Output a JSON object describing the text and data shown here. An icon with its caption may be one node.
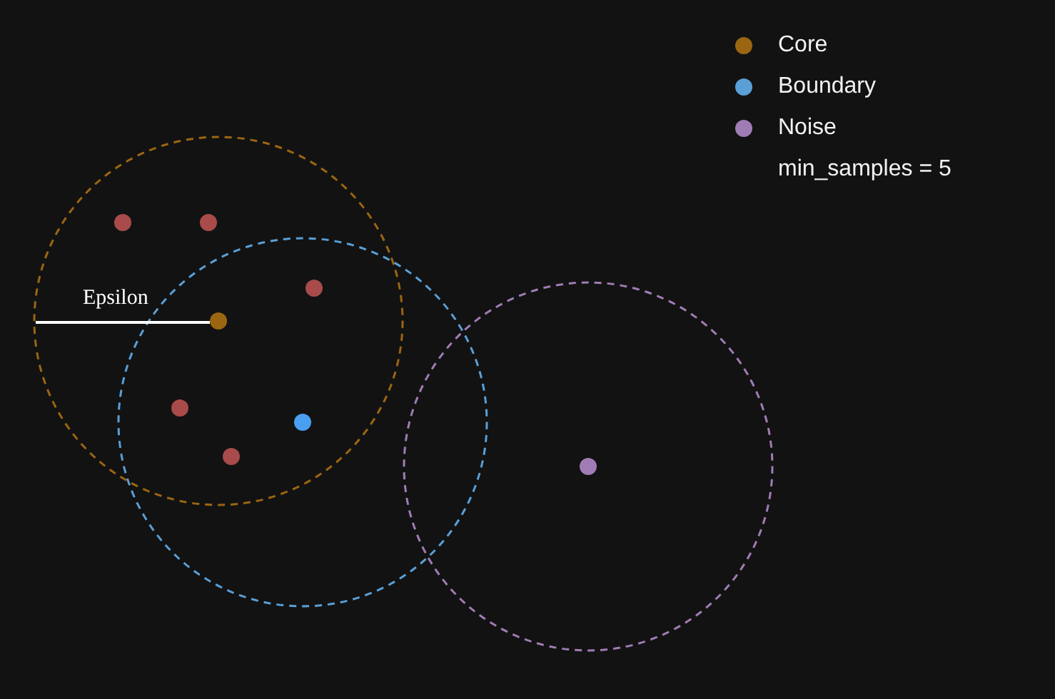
{
  "diagram": {
    "labels": [
      "Epsilon",
      "min_samples = 5"
    ],
    "legend": [
      {
        "text": "Core",
        "color": "#9b6612"
      },
      {
        "text": "Boundary",
        "color": "#5a9fd6"
      },
      {
        "text": "Noise",
        "color": "#a07cb4"
      }
    ]
  }
}
